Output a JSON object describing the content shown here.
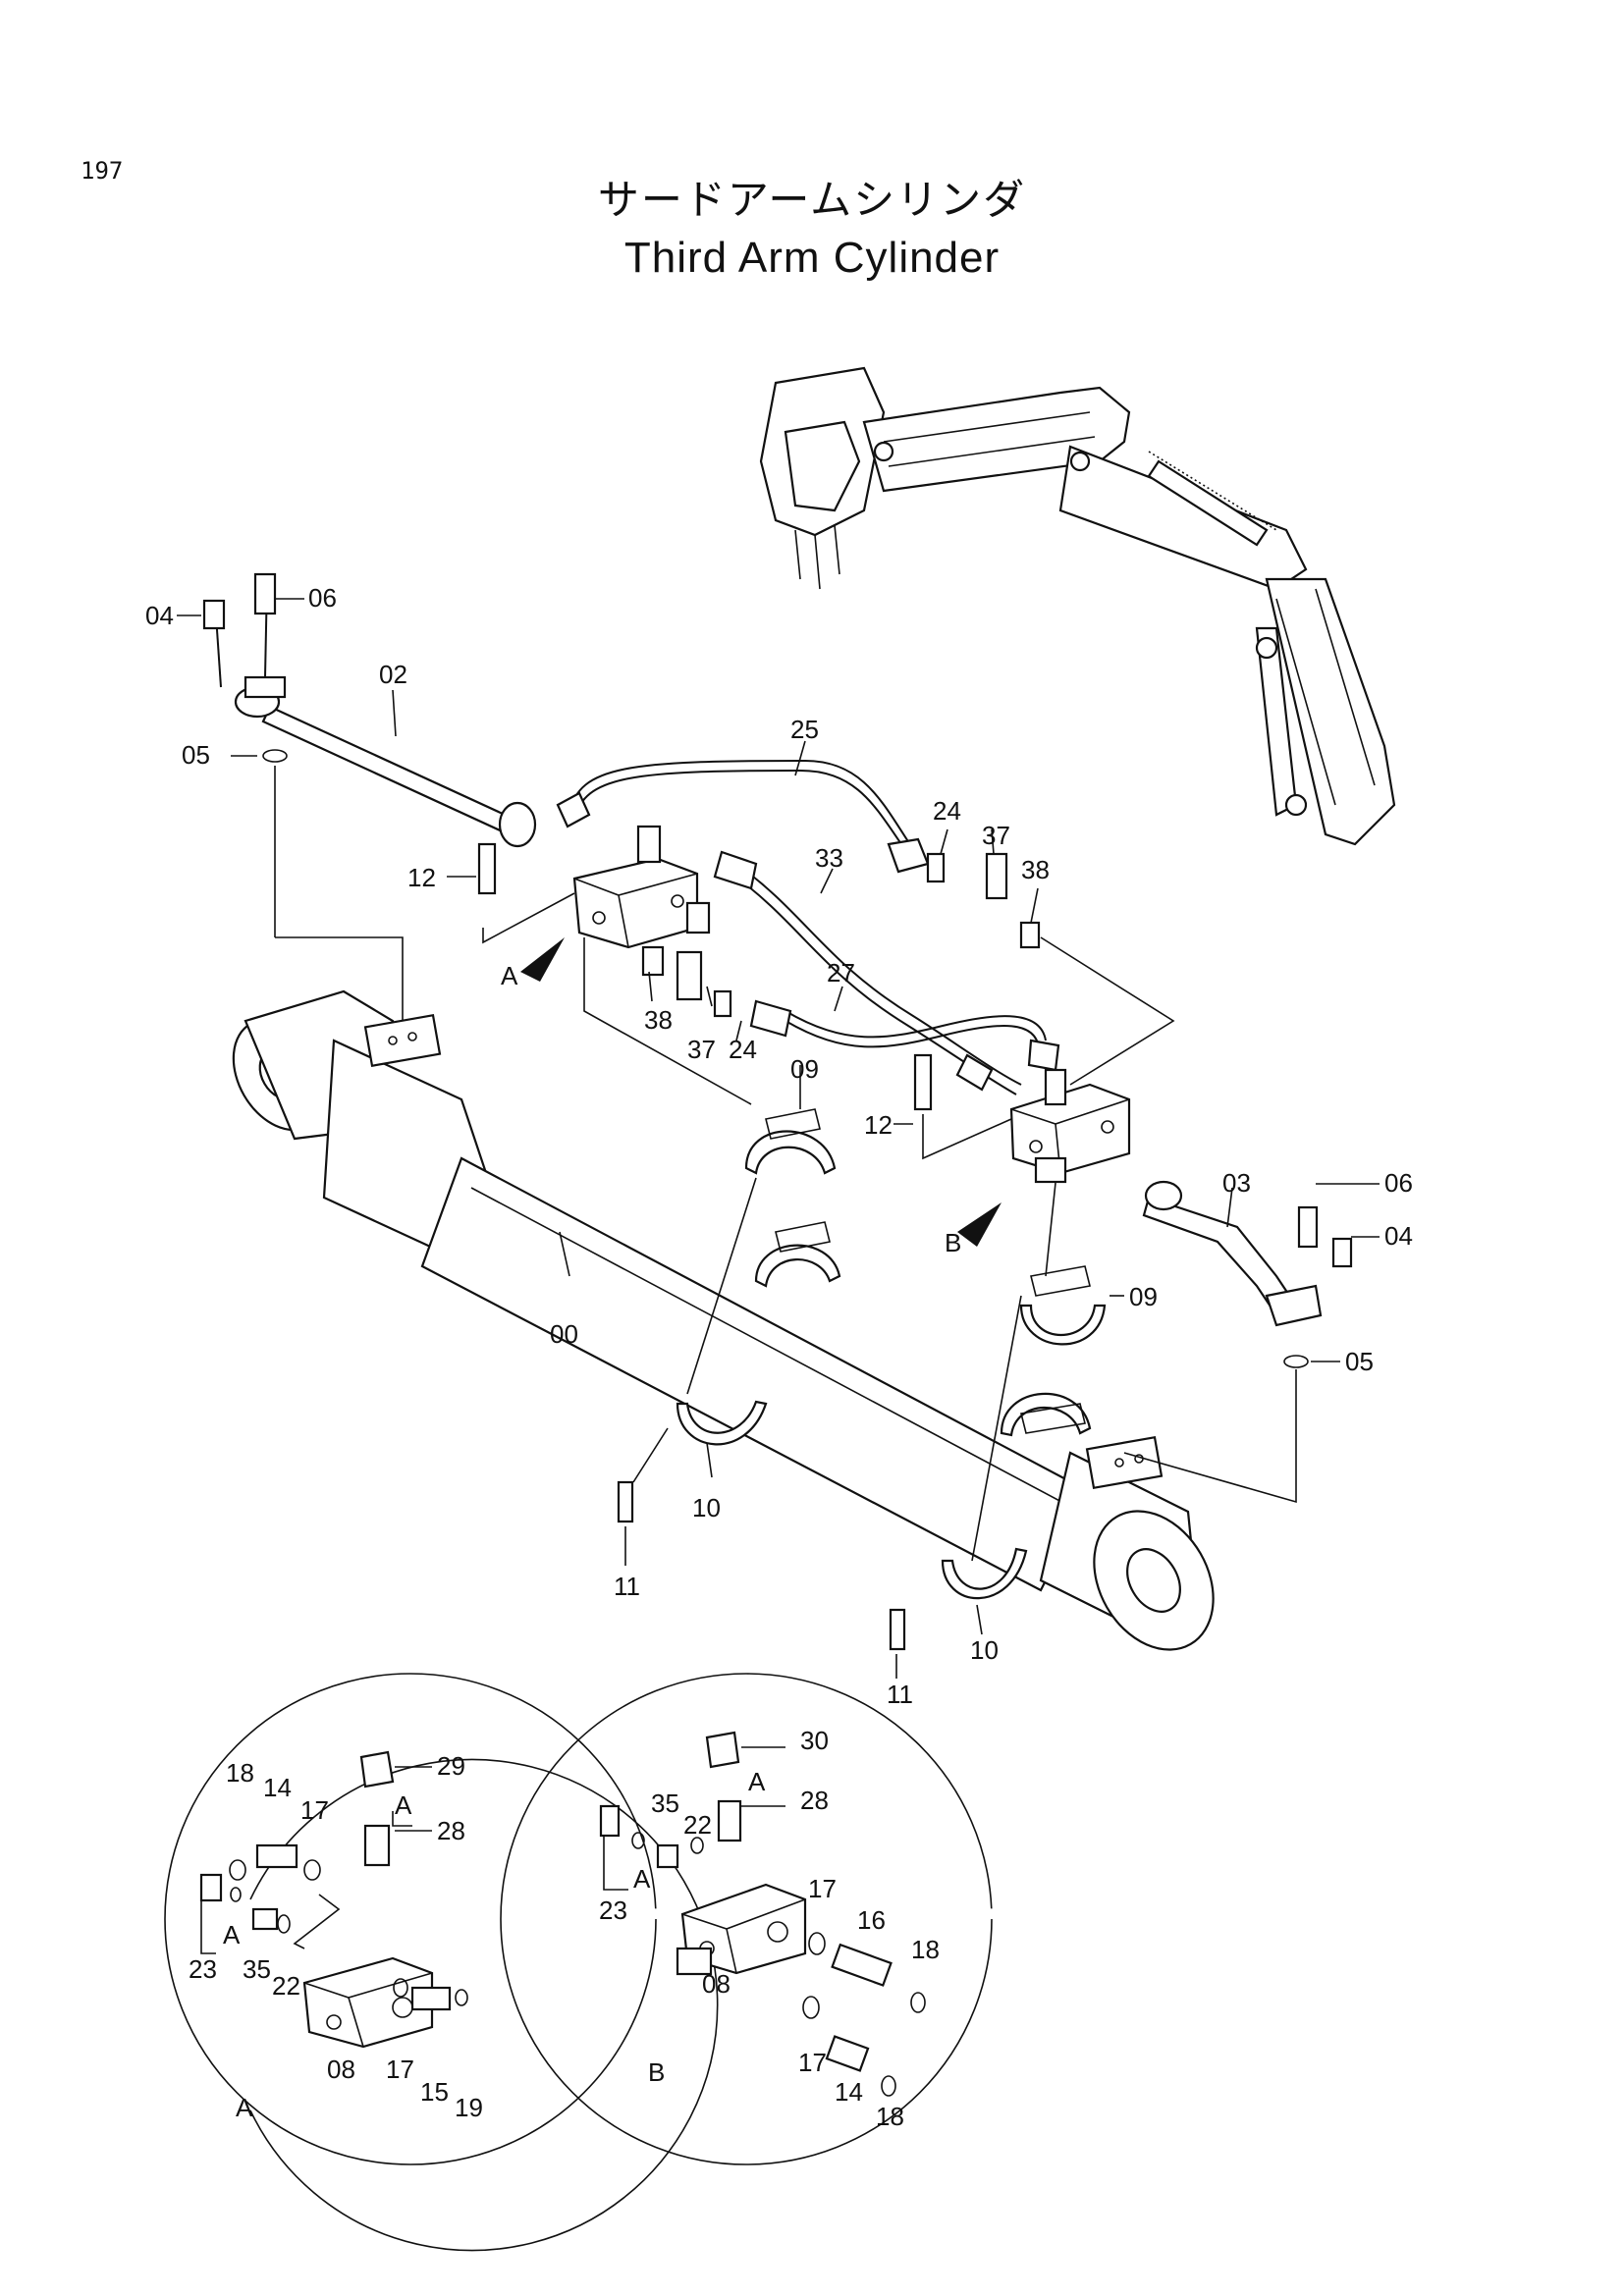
{
  "page_number": "197",
  "title_jp": "サードアームシリンダ",
  "title_en": "Third Arm Cylinder",
  "callouts": {
    "c00": "00",
    "c02": "02",
    "c03": "03",
    "c04a": "04",
    "c04b": "04",
    "c05a": "05",
    "c05b": "05",
    "c06a": "06",
    "c06b": "06",
    "c09a": "09",
    "c09b": "09",
    "c10a": "10",
    "c10b": "10",
    "c11a": "11",
    "c11b": "11",
    "c12a": "12",
    "c12b": "12",
    "c24a": "24",
    "c24b": "24",
    "c25": "25",
    "c27": "27",
    "c33": "33",
    "c37a": "37",
    "c37b": "37",
    "c38a": "38",
    "c38b": "38",
    "viewA": "A",
    "viewB": "B"
  },
  "detail_a": {
    "letter": "A",
    "labels": [
      "18",
      "14",
      "17",
      "29",
      "A",
      "28",
      "23",
      "A",
      "35",
      "22",
      "08",
      "17",
      "15",
      "19"
    ]
  },
  "detail_b": {
    "letter": "B",
    "labels": [
      "30",
      "A",
      "35",
      "28",
      "22",
      "A",
      "23",
      "17",
      "16",
      "18",
      "08",
      "17",
      "14",
      "18"
    ]
  }
}
